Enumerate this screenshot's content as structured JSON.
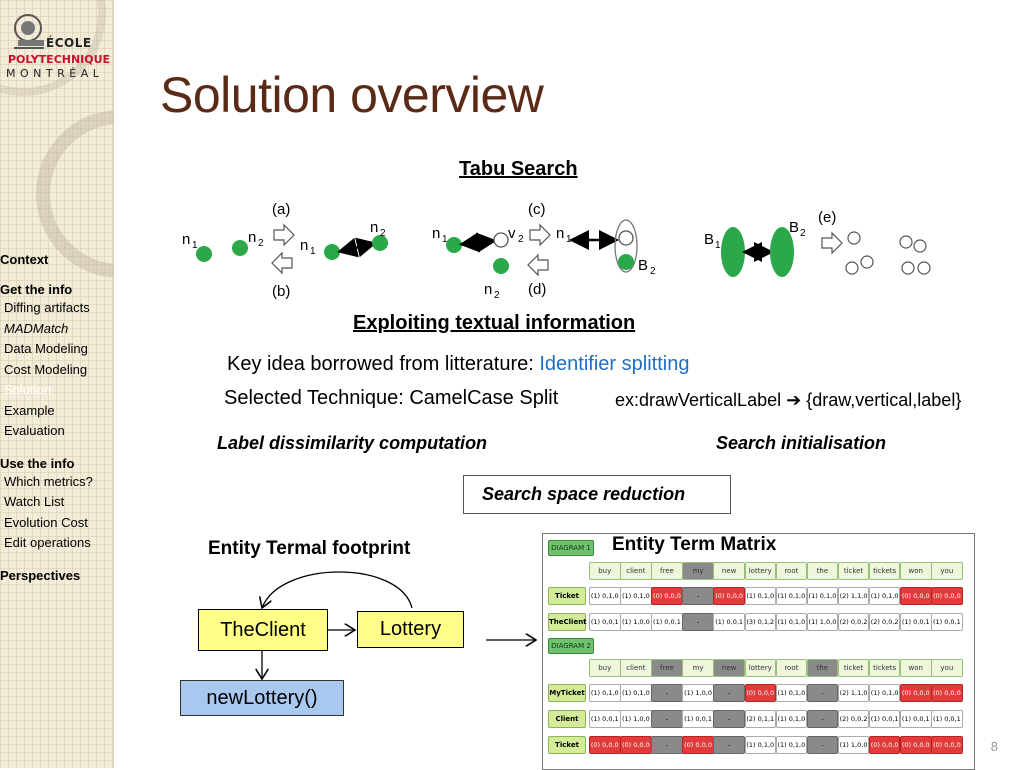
{
  "logo": {
    "line1": "ÉCOLE",
    "line2": "POLYTECHNIQUE",
    "line3": "MONTRÉAL",
    "brand_color": "#c8102e"
  },
  "nav": [
    {
      "label": "Context",
      "type": "section"
    },
    {
      "label": "Get the info",
      "type": "section"
    },
    {
      "label": "Diffing artifacts",
      "type": "item"
    },
    {
      "label": "MADMatch",
      "type": "item",
      "italic": true
    },
    {
      "label": "Data Modeling",
      "type": "item"
    },
    {
      "label": "Cost Modeling",
      "type": "item"
    },
    {
      "label": "Solution",
      "type": "item",
      "active": true
    },
    {
      "label": "Example",
      "type": "item"
    },
    {
      "label": "Evaluation",
      "type": "item"
    },
    {
      "label": "Use the info",
      "type": "section"
    },
    {
      "label": "Which metrics?",
      "type": "item"
    },
    {
      "label": "Watch List",
      "type": "item"
    },
    {
      "label": "Evolution Cost",
      "type": "item"
    },
    {
      "label": "Edit operations",
      "type": "item"
    },
    {
      "label": "Perspectives",
      "type": "section"
    }
  ],
  "title": "Solution overview",
  "tabu": {
    "heading": "Tabu Search",
    "labels": {
      "a": "(a)",
      "b": "(b)",
      "c": "(c)",
      "d": "(d)",
      "e": "(e)",
      "n1": "n",
      "n2": "n",
      "v2": "v",
      "B1": "B",
      "B2": "B",
      "sub1": "1",
      "sub2": "2"
    }
  },
  "textual": {
    "heading": "Exploiting textual information",
    "key_idea_prefix": "Key idea borrowed from litterature: ",
    "key_idea_link": "Identifier splitting",
    "technique": "Selected Technique: CamelCase Split",
    "example": "ex:drawVerticalLabel",
    "example_arrow": "➔",
    "example_result": "{draw,vertical,label}"
  },
  "label_dissim": "Label dissimilarity computation",
  "search_init": "Search initialisation",
  "search_space": "Search space reduction",
  "etf": {
    "heading": "Entity Termal footprint",
    "class1": "TheClient",
    "class2": "Lottery",
    "method": "newLottery()"
  },
  "etm": {
    "heading": "Entity Term Matrix",
    "diagram1": "DIAGRAM 1",
    "diagram2": "DIAGRAM 2",
    "terms1": [
      "buy",
      "client",
      "free",
      "my",
      "new",
      "lottery",
      "root",
      "the",
      "ticket",
      "tickets",
      "won",
      "you"
    ],
    "terms2": [
      "buy",
      "client",
      "free",
      "my",
      "new",
      "lottery",
      "root",
      "the",
      "ticket",
      "tickets",
      "won",
      "you"
    ],
    "rows1": [
      {
        "label": "Ticket",
        "cells": [
          "(1) 0,1,0",
          "(1) 0,1,0",
          "(0) 0,0,0",
          "-",
          "(0) 0,0,0",
          "(1) 0,1,0",
          "(1) 0,1,0",
          "(1) 0,1,0",
          "(2) 1,1,0",
          "(1) 0,1,0",
          "(0) 0,0,0",
          "(0) 0,0,0"
        ],
        "kinds": [
          "w",
          "w",
          "r",
          "g",
          "r",
          "w",
          "w",
          "w",
          "w",
          "w",
          "r",
          "r"
        ]
      },
      {
        "label": "TheClient",
        "cells": [
          "(1) 0,0,1",
          "(1) 1,0,0",
          "(1) 0,0,1",
          "-",
          "(1) 0,0,1",
          "(3) 0,1,2",
          "(1) 0,1,0",
          "(1) 1,0,0",
          "(2) 0,0,2",
          "(2) 0,0,2",
          "(1) 0,0,1",
          "(1) 0,0,1"
        ],
        "kinds": [
          "w",
          "w",
          "w",
          "g",
          "w",
          "w",
          "w",
          "w",
          "w",
          "w",
          "w",
          "w"
        ]
      }
    ],
    "rows2": [
      {
        "label": "MyTicket",
        "cells": [
          "(1) 0,1,0",
          "(1) 0,1,0",
          "-",
          "(1) 1,0,0",
          "-",
          "(0) 0,0,0",
          "(1) 0,1,0",
          "-",
          "(2) 1,1,0",
          "(1) 0,1,0",
          "(0) 0,0,0",
          "(0) 0,0,0"
        ],
        "kinds": [
          "w",
          "w",
          "g",
          "w",
          "g",
          "r",
          "w",
          "g",
          "w",
          "w",
          "r",
          "r"
        ]
      },
      {
        "label": "Client",
        "cells": [
          "(1) 0,0,1",
          "(1) 1,0,0",
          "-",
          "(1) 0,0,1",
          "-",
          "(2) 0,1,1",
          "(1) 0,1,0",
          "-",
          "(2) 0,0,2",
          "(1) 0,0,1",
          "(1) 0,0,1",
          "(1) 0,0,1"
        ],
        "kinds": [
          "w",
          "w",
          "g",
          "w",
          "g",
          "w",
          "w",
          "g",
          "w",
          "w",
          "w",
          "w"
        ]
      },
      {
        "label": "Ticket",
        "cells": [
          "(0) 0,0,0",
          "(0) 0,0,0",
          "-",
          "(0) 0,0,0",
          "-",
          "(1) 0,1,0",
          "(1) 0,1,0",
          "-",
          "(1) 1,0,0",
          "(0) 0,0,0",
          "(0) 0,0,0",
          "(0) 0,0,0"
        ],
        "kinds": [
          "r",
          "r",
          "g",
          "r",
          "g",
          "w",
          "w",
          "g",
          "w",
          "r",
          "r",
          "r"
        ]
      }
    ]
  },
  "page_number": "8",
  "colors": {
    "title": "#5a2a16",
    "link": "#1e6fc4",
    "node_green": "#2aa84a",
    "class_fill": "#ffff88",
    "method_fill": "#a9c8ef"
  }
}
